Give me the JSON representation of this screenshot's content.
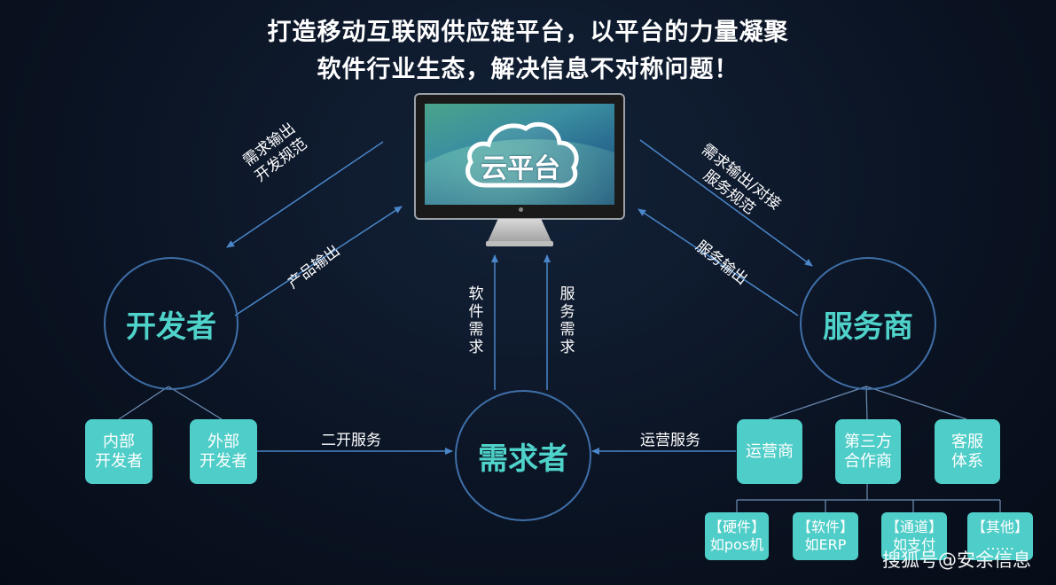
{
  "title": {
    "line1": "打造移动互联网供应链平台，以平台的力量凝聚",
    "line2": "软件行业生态，解决信息不对称问题！"
  },
  "cloud_platform": {
    "label": "云平台"
  },
  "nodes": {
    "developer": "开发者",
    "service_provider": "服务商",
    "demander": "需求者"
  },
  "developer_children": {
    "internal": "内部\n开发者",
    "external": "外部\n开发者"
  },
  "provider_children": {
    "operator": "运营商",
    "third_party": "第三方\n合作商",
    "customer_service": "客服\n体系"
  },
  "third_party_children": {
    "hardware": "【硬件】\n如pos机",
    "software": "【软件】\n如ERP",
    "channel": "【通道】\n如支付",
    "other": "【其他】\n……"
  },
  "edge_labels": {
    "left_top": "需求输出\n开发规范",
    "left_bottom": "产品输出",
    "right_top": "需求输出/对接\n服务规范",
    "right_bottom": "服务输出",
    "software_demand": "软件需求",
    "service_demand": "服务需求",
    "secondary_dev": "二开服务",
    "ops_service": "运营服务"
  },
  "watermark": "搜狐号@安余信息",
  "colors": {
    "accent": "#4fd2c9",
    "box": "#4fcdc8",
    "line": "#3f6fa8",
    "background": "#0b1424"
  }
}
